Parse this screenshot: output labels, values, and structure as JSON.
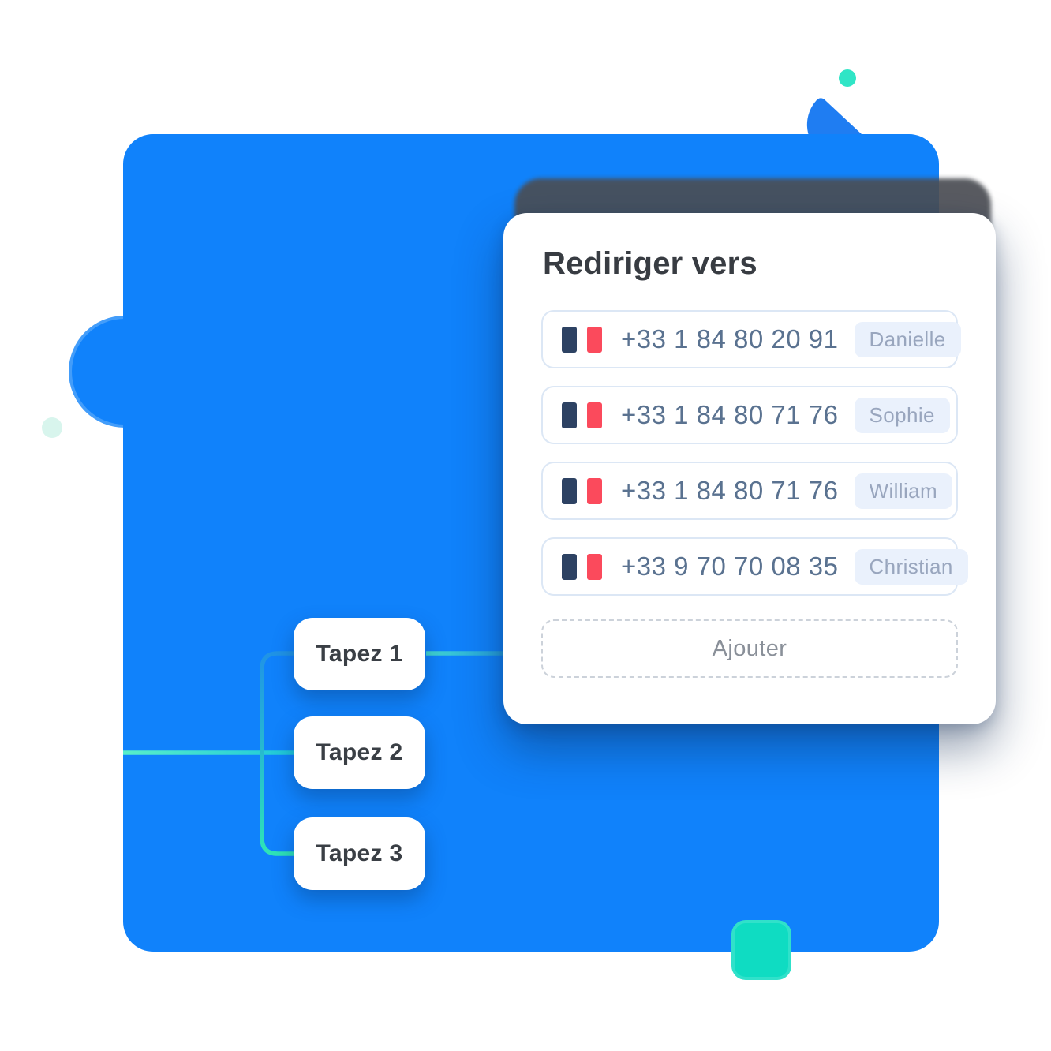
{
  "panel": {
    "title": "Rediriger vers",
    "add_label": "Ajouter",
    "entries": [
      {
        "phone": "+33 1 84 80 20 91",
        "name": "Danielle"
      },
      {
        "phone": "+33 1 84 80 71 76",
        "name": "Sophie"
      },
      {
        "phone": "+33 1 84 80 71 76",
        "name": "William"
      },
      {
        "phone": "+33 9 70 70 08 35",
        "name": "Christian"
      }
    ]
  },
  "ivr": {
    "buttons": [
      {
        "label": "Tapez 1"
      },
      {
        "label": "Tapez 2"
      },
      {
        "label": "Tapez 3"
      }
    ]
  },
  "icons": {
    "flag": "france-flag-icon"
  },
  "colors": {
    "primary_blue": "#1082fb",
    "teal": "#0fdcc2",
    "flag_navy": "#2d4263",
    "flag_red": "#fb4a5c",
    "line_teal": "#2ee3b7",
    "line_blue": "#2093e6"
  }
}
